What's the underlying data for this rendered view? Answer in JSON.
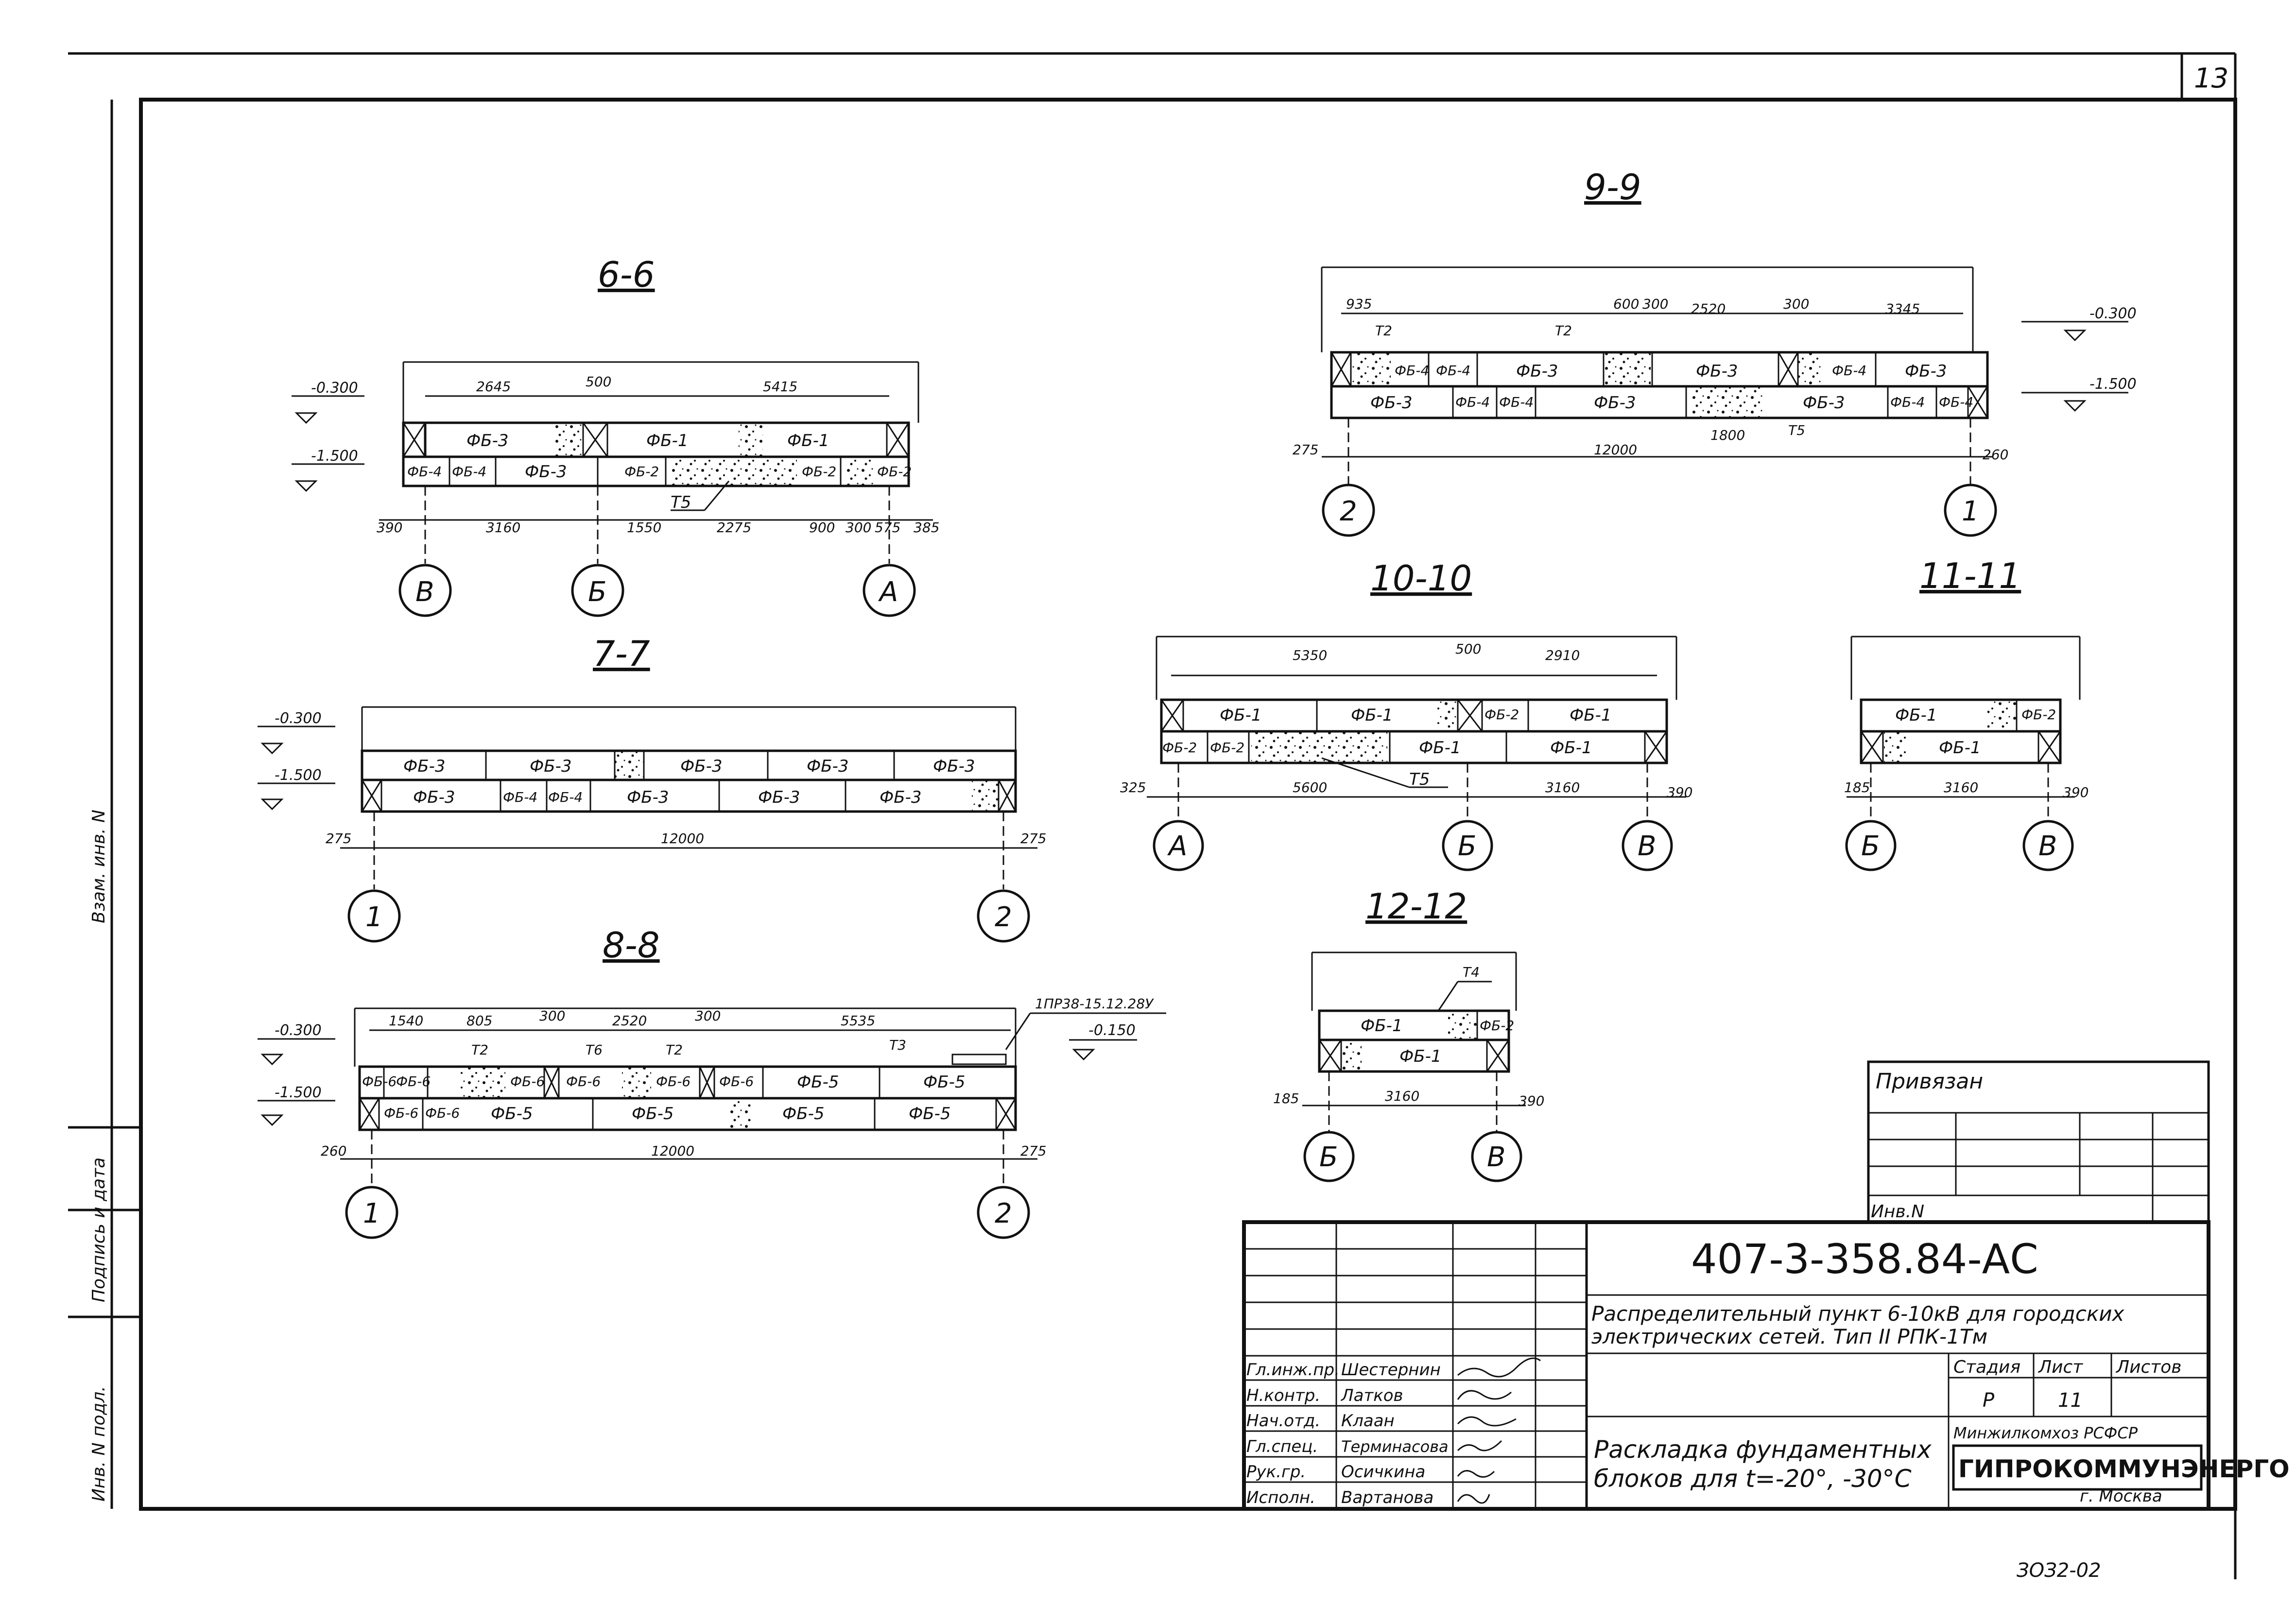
{
  "sheet": {
    "page_number": "13",
    "bottom_stamp": "ЗОЗ2-02"
  },
  "sections": {
    "s66": {
      "title": "6-6",
      "elev_top": "-0.300",
      "elev_bot": "-1.500",
      "top_row": [
        "ФБ-3",
        "ФБ-1",
        "ФБ-1"
      ],
      "bot_row": [
        "ФБ-4",
        "ФБ-4",
        "ФБ-3",
        "ФБ-2",
        "ФБ-2",
        "ФБ-2"
      ],
      "dims_top": [
        "2645",
        "500",
        "5415"
      ],
      "dims_bot": [
        "390",
        "3160",
        "1550",
        "2275",
        "900",
        "300",
        "575",
        "385"
      ],
      "tag": "Т5",
      "axes": [
        "В",
        "Б",
        "А"
      ]
    },
    "s77": {
      "title": "7-7",
      "elev_top": "-0.300",
      "elev_bot": "-1.500",
      "top_row": [
        "ФБ-3",
        "ФБ-3",
        "ФБ-3",
        "ФБ-3",
        "ФБ-3"
      ],
      "bot_row": [
        "ФБ-3",
        "ФБ-4",
        "ФБ-4",
        "ФБ-3",
        "ФБ-3",
        "ФБ-3"
      ],
      "dims": [
        "275",
        "12000",
        "275"
      ],
      "axes": [
        "1",
        "2"
      ]
    },
    "s88": {
      "title": "8-8",
      "elev_top": "-0.300",
      "elev_bot": "-1.500",
      "elev_extra": "-0.150",
      "top_row": [
        "ФБ-6",
        "ФБ-6",
        "ФБ-6",
        "ФБ-6",
        "ФБ-6",
        "ФБ-6",
        "ФБ-5",
        "ФБ-5"
      ],
      "bot_row": [
        "ФБ-6",
        "ФБ-6",
        "ФБ-5",
        "ФБ-5",
        "ФБ-5",
        "ФБ-5"
      ],
      "dims_top": [
        "1540",
        "805",
        "300",
        "2520",
        "300",
        "5535"
      ],
      "dims_bot": [
        "260",
        "12000",
        "275"
      ],
      "tags": [
        "Т2",
        "Т6",
        "Т2",
        "Т3"
      ],
      "callout": "1ПР38-15.12.28У",
      "axes": [
        "1",
        "2"
      ]
    },
    "s99": {
      "title": "9-9",
      "elev_top": "-0.300",
      "elev_bot": "-1.500",
      "top_row": [
        "ФБ-4",
        "ФБ-4",
        "ФБ-3",
        "ФБ-3",
        "ФБ-4",
        "ФБ-3"
      ],
      "bot_row": [
        "ФБ-3",
        "ФБ-4",
        "ФБ-4",
        "ФБ-3",
        "ФБ-3",
        "ФБ-4",
        "ФБ-4"
      ],
      "dims_top": [
        "935",
        "600",
        "300",
        "2520",
        "300",
        "3345"
      ],
      "dims_bot": [
        "275",
        "12000",
        "1800",
        "260"
      ],
      "tags": [
        "Т2",
        "Т2",
        "Т5"
      ],
      "axes": [
        "2",
        "1"
      ]
    },
    "s1010": {
      "title": "10-10",
      "top_row": [
        "ФБ-1",
        "ФБ-1",
        "ФБ-2",
        "ФБ-1"
      ],
      "bot_row": [
        "ФБ-2",
        "ФБ-2",
        "ФБ-1",
        "ФБ-1"
      ],
      "dims_top": [
        "5350",
        "500",
        "2910"
      ],
      "dims_bot": [
        "325",
        "5600",
        "3160",
        "390"
      ],
      "tag": "Т5",
      "axes": [
        "А",
        "Б",
        "В"
      ]
    },
    "s1111": {
      "title": "11-11",
      "top_row": [
        "ФБ-1",
        "ФБ-2"
      ],
      "bot_row": [
        "ФБ-1"
      ],
      "dims": [
        "185",
        "3160",
        "390"
      ],
      "axes": [
        "Б",
        "В"
      ]
    },
    "s1212": {
      "title": "12-12",
      "top_row": [
        "ФБ-1",
        "ФБ-2"
      ],
      "bot_row": [
        "ФБ-1"
      ],
      "dims": [
        "185",
        "3160",
        "390"
      ],
      "tag": "Т4",
      "axes": [
        "Б",
        "В"
      ]
    }
  },
  "binding_block": {
    "title": "Привязан",
    "inv_label": "Инв.N"
  },
  "title_block": {
    "doc_code": "407-3-358.84-АС",
    "project_line1": "Распределительный пункт 6-10кВ для городских",
    "project_line2": "электрических сетей. Тип II РПК-1Тм",
    "stage_header": "Стадия",
    "sheet_header": "Лист",
    "sheets_header": "Листов",
    "stage_value": "Р",
    "sheet_value": "11",
    "drawing_title_line1": "Раскладка фундаментных",
    "drawing_title_line2": "блоков для t=-20°, -30°С",
    "ministry": "Минжилкомхоз РСФСР",
    "org": "ГИПРОКОММУНЭНЕРГО",
    "city": "г. Москва",
    "staff": [
      {
        "role": "Гл.инж.пр.",
        "name": "Шестернин"
      },
      {
        "role": "Н.контр.",
        "name": "Латков"
      },
      {
        "role": "Нач.отд.",
        "name": "Клаан"
      },
      {
        "role": "Гл.спец.",
        "name": "Терминасова"
      },
      {
        "role": "Рук.гр.",
        "name": "Осичкина"
      },
      {
        "role": "Исполн.",
        "name": "Вартанова"
      }
    ]
  },
  "left_margin": {
    "labels": [
      "Инв. N подл.",
      "Подпись и дата",
      "Взам. инв. N"
    ]
  }
}
